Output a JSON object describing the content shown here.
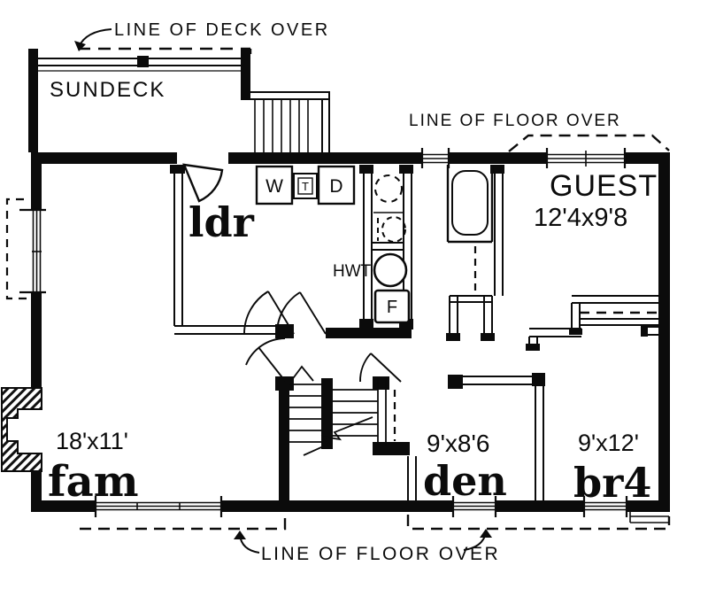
{
  "plan": {
    "annotations": {
      "deck_over": "LINE OF DECK OVER",
      "floor_over_top": "LINE OF FLOOR OVER",
      "floor_over_bottom": "LINE OF FLOOR OVER",
      "sundeck": "SUNDECK"
    },
    "rooms": {
      "laundry": {
        "label": "ldr"
      },
      "guest": {
        "label": "GUEST",
        "dims": "12'4x9'8"
      },
      "family": {
        "label": "fam",
        "dims": "18'x11'"
      },
      "den": {
        "label": "den",
        "dims": "9'x8'6"
      },
      "bedroom4": {
        "label": "br4",
        "dims": "9'x12'"
      }
    },
    "fixtures": {
      "washer": "W",
      "laundry_tub": "T",
      "dryer": "D",
      "hot_water_tank": "HWT",
      "furnace": "F"
    },
    "colors": {
      "ink": "#0b0b0b",
      "paper": "#ffffff"
    }
  }
}
